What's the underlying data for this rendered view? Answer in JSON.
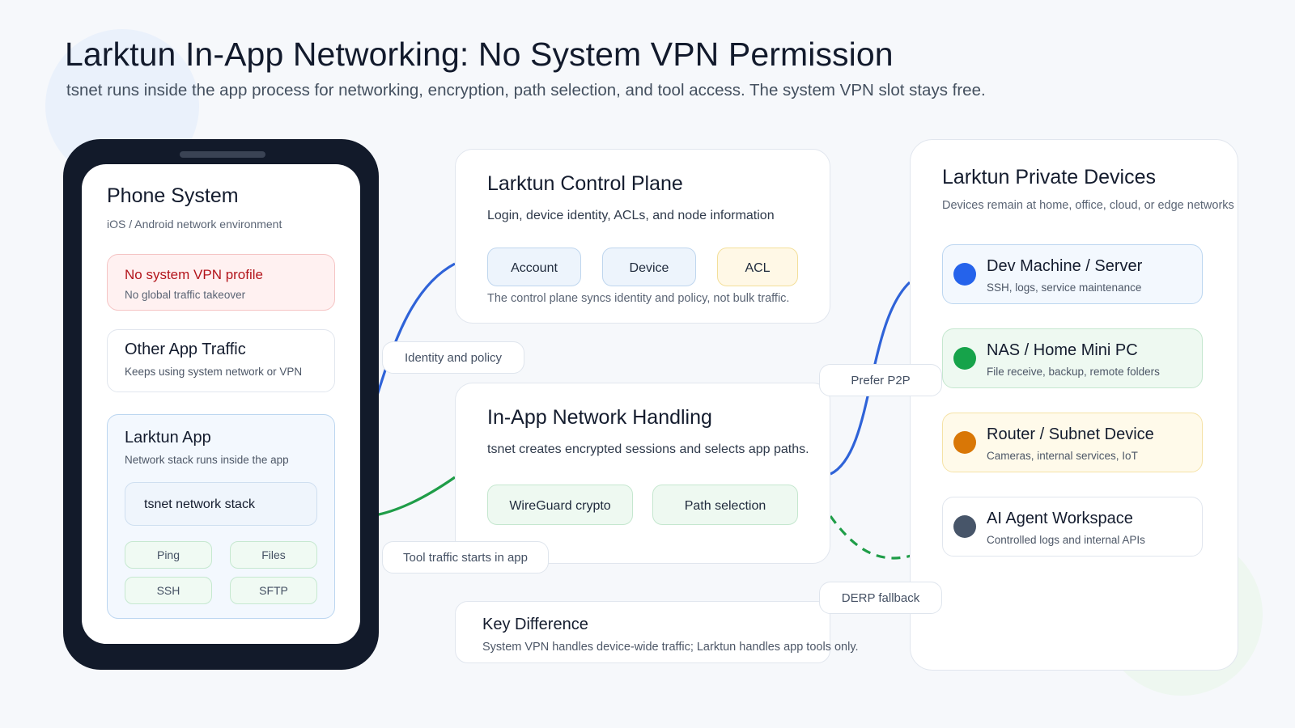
{
  "header": {
    "title": "Larktun In-App Networking: No System VPN Permission",
    "subtitle": "tsnet runs inside the app process for networking, encryption, path selection, and tool access. The system VPN slot stays free."
  },
  "phone": {
    "title": "Phone System",
    "desc": "iOS / Android network environment",
    "no_vpn": {
      "title": "No system VPN profile",
      "desc": "No global traffic takeover"
    },
    "other_traffic": {
      "title": "Other App Traffic",
      "desc": "Keeps using system network or VPN"
    },
    "app": {
      "title": "Larktun App",
      "desc": "Network stack runs inside the app",
      "stack": "tsnet network stack",
      "tools": [
        "Ping",
        "Files",
        "SSH",
        "SFTP"
      ]
    }
  },
  "control_plane": {
    "title": "Larktun Control Plane",
    "desc": "Login, device identity, ACLs, and node information",
    "chips": [
      "Account",
      "Device",
      "ACL"
    ],
    "note": "The control plane syncs identity and policy, not bulk traffic."
  },
  "in_app": {
    "title": "In-App Network Handling",
    "desc": "tsnet creates encrypted sessions and selects app paths.",
    "chips": [
      "WireGuard crypto",
      "Path selection"
    ]
  },
  "key_difference": {
    "title": "Key Difference",
    "desc": "System VPN handles device-wide traffic; Larktun handles app tools only."
  },
  "devices": {
    "title": "Larktun Private Devices",
    "desc": "Devices remain at home, office, cloud, or edge networks",
    "items": [
      {
        "title": "Dev Machine / Server",
        "desc": "SSH, logs, service maintenance",
        "color": "#2563eb"
      },
      {
        "title": "NAS / Home Mini PC",
        "desc": "File receive, backup, remote folders",
        "color": "#16a34a"
      },
      {
        "title": "Router / Subnet Device",
        "desc": "Cameras, internal services, IoT",
        "color": "#d97706"
      },
      {
        "title": "AI Agent Workspace",
        "desc": "Controlled logs and internal APIs",
        "color": "#475569"
      }
    ]
  },
  "edge_labels": {
    "identity": "Identity and policy",
    "tool_traffic": "Tool traffic starts in app",
    "p2p": "Prefer P2P",
    "derp": "DERP fallback"
  },
  "colors": {
    "blue_line": "#2f63d8",
    "green_line": "#1f9d48"
  }
}
